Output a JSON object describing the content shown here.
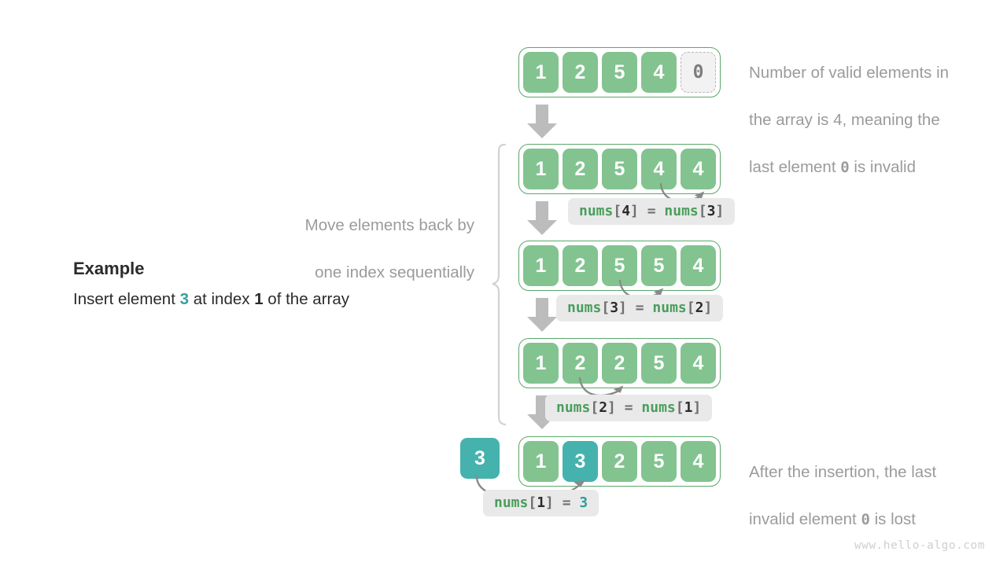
{
  "page": {
    "watermark": "www.hello-algo.com",
    "background": "#ffffff",
    "colors": {
      "cell_green": "#83c390",
      "cell_teal": "#46b2ae",
      "array_border": "#5aa86b",
      "invalid_fill": "#f2f2f2",
      "invalid_border": "#b8b8b8",
      "arrow_gray": "#b7b7b7",
      "note_gray": "#9b9b9b",
      "code_bg": "#e9e9e9",
      "code_fn": "#4a9e5c",
      "code_teal": "#2e9d9a",
      "text_dark": "#2b2b2b"
    }
  },
  "example": {
    "title": "Example",
    "desc_prefix": "Insert element ",
    "desc_value": "3",
    "desc_mid": " at index ",
    "desc_index": "1",
    "desc_suffix": " of the array"
  },
  "brace_note": {
    "line1": "Move elements back by",
    "line2": "one index sequentially"
  },
  "notes": {
    "top": {
      "line1": "Number of valid elements in",
      "line2": "the array is 4, meaning the",
      "line3_pre": "last element ",
      "line3_mono": "0",
      "line3_post": " is invalid"
    },
    "bottom": {
      "line1": "After the insertion, the last",
      "line2_pre": "invalid element ",
      "line2_mono": "0",
      "line2_post": " is lost"
    }
  },
  "rows": [
    {
      "id": "row-initial",
      "cells": [
        {
          "value": "1",
          "state": "valid"
        },
        {
          "value": "2",
          "state": "valid"
        },
        {
          "value": "5",
          "state": "valid"
        },
        {
          "value": "4",
          "state": "valid"
        },
        {
          "value": "0",
          "state": "invalid"
        }
      ]
    },
    {
      "id": "row-shift-4",
      "cells": [
        {
          "value": "1",
          "state": "valid"
        },
        {
          "value": "2",
          "state": "valid"
        },
        {
          "value": "5",
          "state": "valid"
        },
        {
          "value": "4",
          "state": "valid"
        },
        {
          "value": "4",
          "state": "valid"
        }
      ]
    },
    {
      "id": "row-shift-3",
      "cells": [
        {
          "value": "1",
          "state": "valid"
        },
        {
          "value": "2",
          "state": "valid"
        },
        {
          "value": "5",
          "state": "valid"
        },
        {
          "value": "5",
          "state": "valid"
        },
        {
          "value": "4",
          "state": "valid"
        }
      ]
    },
    {
      "id": "row-shift-2",
      "cells": [
        {
          "value": "1",
          "state": "valid"
        },
        {
          "value": "2",
          "state": "valid"
        },
        {
          "value": "2",
          "state": "valid"
        },
        {
          "value": "5",
          "state": "valid"
        },
        {
          "value": "4",
          "state": "valid"
        }
      ]
    },
    {
      "id": "row-final",
      "source_value": "3",
      "cells": [
        {
          "value": "1",
          "state": "valid"
        },
        {
          "value": "3",
          "state": "teal"
        },
        {
          "value": "2",
          "state": "valid"
        },
        {
          "value": "5",
          "state": "valid"
        },
        {
          "value": "4",
          "state": "valid"
        }
      ]
    }
  ],
  "code_labels": [
    {
      "id": "label-4-3",
      "fn1": "nums",
      "b1o": "[",
      "n1": "4",
      "b1c": "]",
      "op": "=",
      "fn2": "nums",
      "b2o": "[",
      "n2": "3",
      "b2c": "]"
    },
    {
      "id": "label-3-2",
      "fn1": "nums",
      "b1o": "[",
      "n1": "3",
      "b1c": "]",
      "op": "=",
      "fn2": "nums",
      "b2o": "[",
      "n2": "2",
      "b2c": "]"
    },
    {
      "id": "label-2-1",
      "fn1": "nums",
      "b1o": "[",
      "n1": "2",
      "b1c": "]",
      "op": "=",
      "fn2": "nums",
      "b2o": "[",
      "n2": "1",
      "b2c": "]"
    },
    {
      "id": "label-insert",
      "fn1": "nums",
      "b1o": "[",
      "n1": "1",
      "b1c": "]",
      "op": "=",
      "val": "3"
    }
  ]
}
